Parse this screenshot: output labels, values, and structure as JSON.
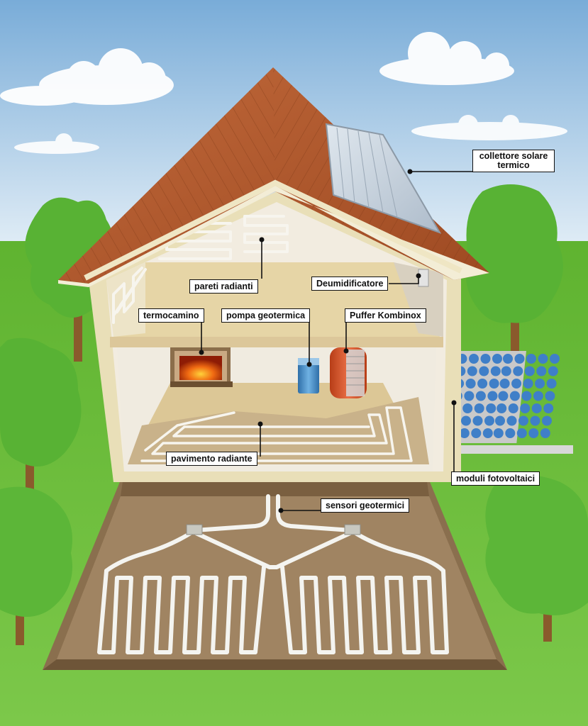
{
  "labels": {
    "solar_collector_line1": "collettore solare",
    "solar_collector_line2": "termico",
    "radiant_walls": "pareti radianti",
    "dehumidifier": "Deumidificatore",
    "fireplace": "termocamino",
    "geothermal_pump": "pompa geotermica",
    "puffer": "Puffer Kombinox",
    "radiant_floor": "pavimento radiante",
    "pv_modules": "moduli fotovoltaici",
    "geothermal_sensors": "sensori geotermici"
  },
  "colors": {
    "sky_top": "#7fb2dc",
    "sky_bottom": "#dcebf6",
    "grass": "#6dbd3c",
    "roof": "#b35a2c",
    "wall": "#efe6c4",
    "soil": "#8a6f4e",
    "pipe": "#f4f4f0",
    "solar_panel": "#cfd9e3",
    "pv_cell": "#3f7fc8",
    "tree": "#58b234",
    "puffer": "#d9552a"
  }
}
